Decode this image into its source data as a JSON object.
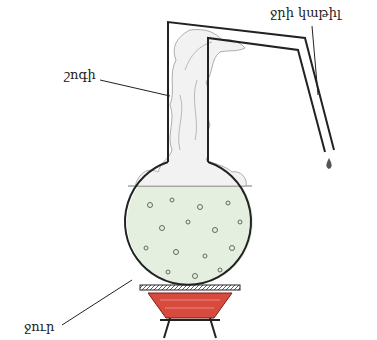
{
  "diagram": {
    "labels": [
      "շոգի",
      "ջրի կաթիլ",
      "ջուր"
    ]
  }
}
